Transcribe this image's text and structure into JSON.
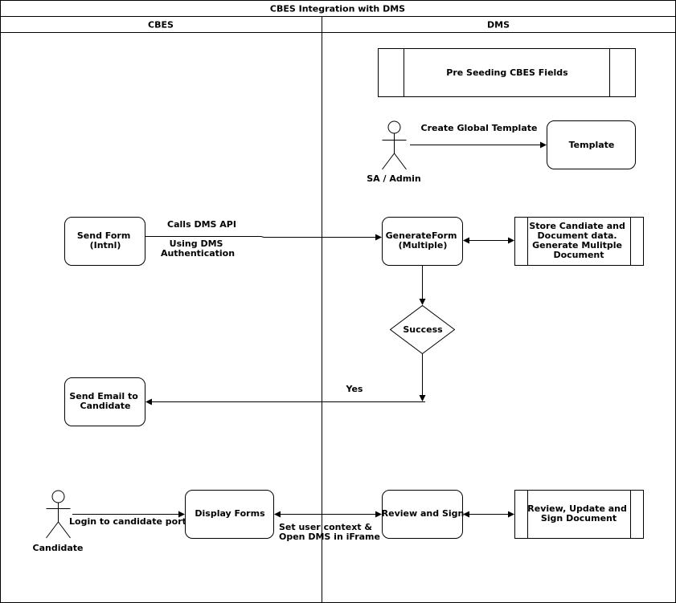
{
  "pool": {
    "title": "CBES Integration with DMS"
  },
  "lanes": {
    "left": "CBES",
    "right": "DMS"
  },
  "nodes": {
    "pre_seeding": "Pre Seeding CBES Fields",
    "template": "Template",
    "generate_form": [
      "GenerateForm",
      "(Multiple)"
    ],
    "store_data": [
      "Store Candiate and",
      "Document data.",
      "Generate Mulitple",
      "Document"
    ],
    "success": "Success",
    "send_form": [
      "Send Form",
      "(Intnl)"
    ],
    "send_email": [
      "Send Email to",
      "Candidate"
    ],
    "display_forms": "Display Forms",
    "review_sign": "Review and Sign",
    "review_update_sign": [
      "Review, Update and",
      "Sign Document"
    ]
  },
  "actors": {
    "admin": "SA / Admin",
    "candidate": "Candidate"
  },
  "edge_labels": {
    "create_template": "Create Global Template",
    "calls_api": "Calls DMS API",
    "dms_auth": [
      "Using DMS",
      "Authentication"
    ],
    "yes": "Yes",
    "login": "Login to candidate portal",
    "set_context": [
      "Set user context &",
      "Open DMS in iFrame"
    ]
  }
}
